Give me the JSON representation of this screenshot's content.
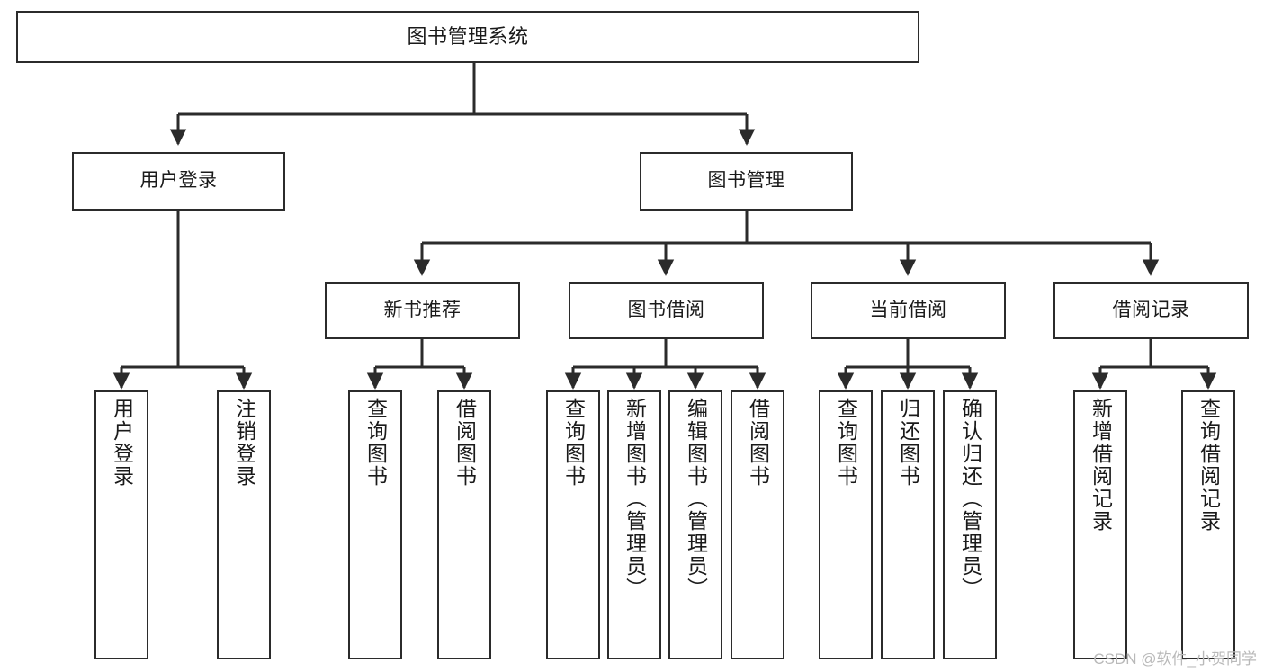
{
  "diagram": {
    "type": "tree-hierarchy-chart",
    "title": "图书管理系统",
    "watermark": "CSDN @软件_小贺同学",
    "line_color": "#2b2b2b",
    "box_fill": "#ffffff",
    "text_color": "#1a1a1a",
    "watermark_color": "#b9b9b9"
  },
  "nodes": {
    "root": {
      "label": "图书管理系统"
    },
    "level2": [
      {
        "label": "用户登录"
      },
      {
        "label": "图书管理"
      }
    ],
    "level3": [
      {
        "label": "新书推荐"
      },
      {
        "label": "图书借阅"
      },
      {
        "label": "当前借阅"
      },
      {
        "label": "借阅记录"
      }
    ],
    "leaves_user_login": [
      {
        "label": "用户登录"
      },
      {
        "label": "注销登录"
      }
    ],
    "leaves_new_book": [
      {
        "label": "查询图书"
      },
      {
        "label": "借阅图书"
      }
    ],
    "leaves_borrow": [
      {
        "label": "查询图书"
      },
      {
        "label": "新增图书（管理员）"
      },
      {
        "label": "编辑图书（管理员）"
      },
      {
        "label": "借阅图书"
      }
    ],
    "leaves_current": [
      {
        "label": "查询图书"
      },
      {
        "label": "归还图书"
      },
      {
        "label": "确认归还（管理员）"
      }
    ],
    "leaves_records": [
      {
        "label": "新增借阅记录"
      },
      {
        "label": "查询借阅记录"
      }
    ]
  }
}
